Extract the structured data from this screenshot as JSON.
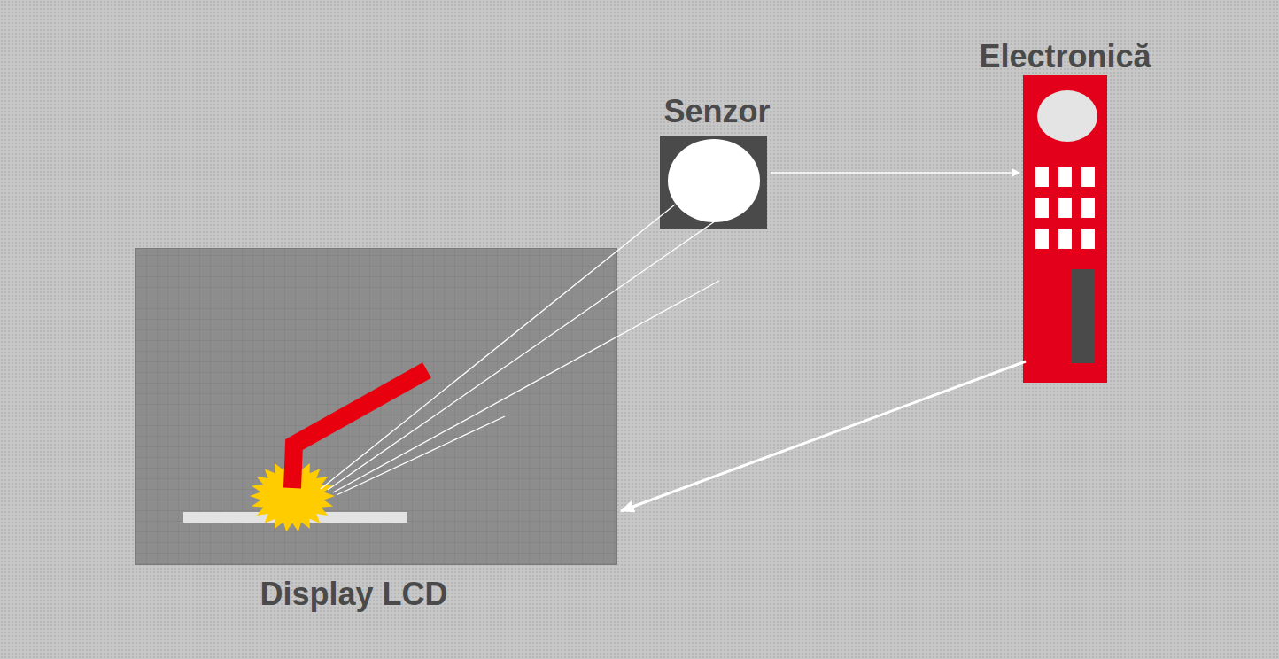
{
  "diagram": {
    "nodes": [
      {
        "text": [
          "Senzor"
        ]
      },
      {
        "text": [
          "Electronică"
        ]
      },
      {
        "text": [
          "Display LCD"
        ]
      }
    ],
    "edges": [
      {
        "from": 0,
        "to": 1,
        "arrow": "to"
      },
      {
        "from": 1,
        "to": 2,
        "arrow": "to"
      }
    ]
  }
}
